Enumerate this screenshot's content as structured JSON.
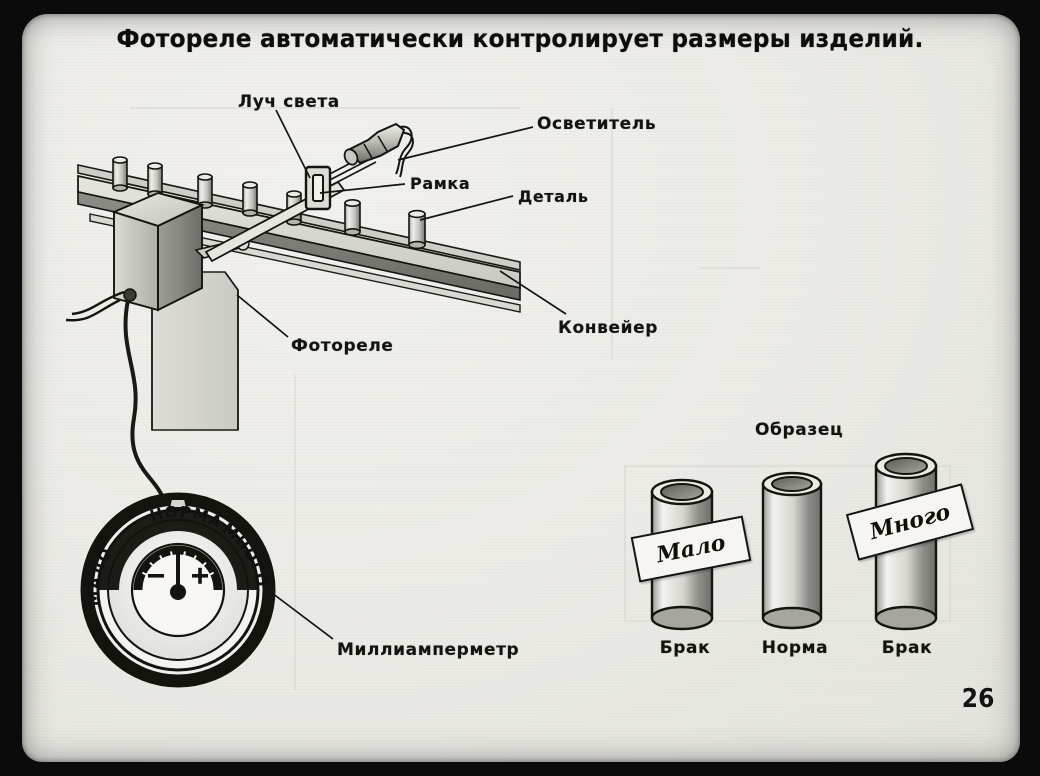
{
  "slide": {
    "title": "Фотореле автоматически контролирует размеры изделий.",
    "page_number": "26"
  },
  "callouts": {
    "light_beam": "Луч света",
    "illuminator": "Осветитель",
    "frame": "Рамка",
    "part": "Деталь",
    "conveyor": "Конвейер",
    "photorelay": "Фотореле",
    "milliammeter": "Миллиамперметр"
  },
  "meter": {
    "scale_low": "МАЛО",
    "scale_norm": "НОРМА",
    "scale_high": "МНОГО",
    "minus_mark": "−",
    "plus_mark": "+"
  },
  "specimens": {
    "heading": "Образец",
    "items": [
      {
        "caption": "Брак",
        "tag": "Мало"
      },
      {
        "caption": "Норма",
        "tag": ""
      },
      {
        "caption": "Брак",
        "tag": "Много"
      }
    ]
  },
  "colors": {
    "paper": "#ecebe6",
    "ink": "#14140f",
    "film_border": "#0b0b0b",
    "metal_light": "#f2f1ec",
    "metal_dark": "#4a4a46"
  }
}
